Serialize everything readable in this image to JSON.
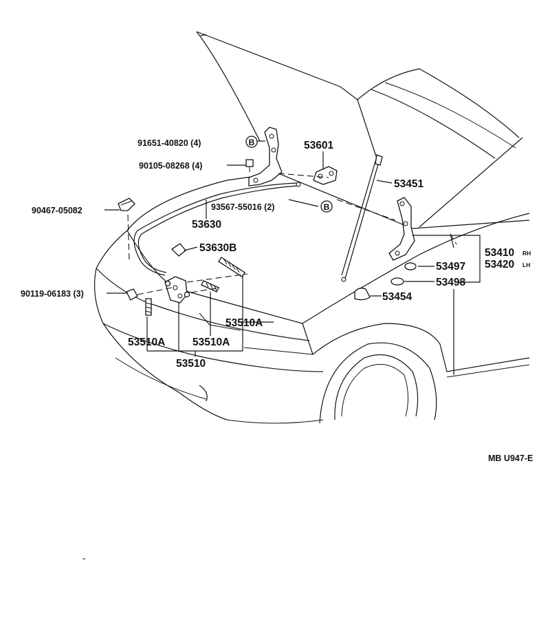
{
  "diagram": {
    "drawing_code": "MB U947-E",
    "callouts": [
      {
        "id": "c1",
        "text": "91651-40820 (4)"
      },
      {
        "id": "c2",
        "text": "90105-08268 (4)"
      },
      {
        "id": "c3",
        "text": "90467-05082"
      },
      {
        "id": "c4",
        "text": "53601"
      },
      {
        "id": "c5",
        "text": "53451"
      },
      {
        "id": "c6",
        "text": "93567-55016 (2)"
      },
      {
        "id": "c7",
        "text": "53630"
      },
      {
        "id": "c8",
        "text": "53630B"
      },
      {
        "id": "c9",
        "text": "53410"
      },
      {
        "id": "c10",
        "text": "53420"
      },
      {
        "id": "c11",
        "text": "53497"
      },
      {
        "id": "c12",
        "text": "53498"
      },
      {
        "id": "c13",
        "text": "53454"
      },
      {
        "id": "c14",
        "text": "90119-06183 (3)"
      },
      {
        "id": "c15",
        "text": "53510A"
      },
      {
        "id": "c16",
        "text": "53510A"
      },
      {
        "id": "c17",
        "text": "53510A"
      },
      {
        "id": "c18",
        "text": "53510"
      }
    ],
    "side_marks": {
      "rh": "RH",
      "lh": "LH"
    },
    "bolt_marker_letter": "B"
  }
}
